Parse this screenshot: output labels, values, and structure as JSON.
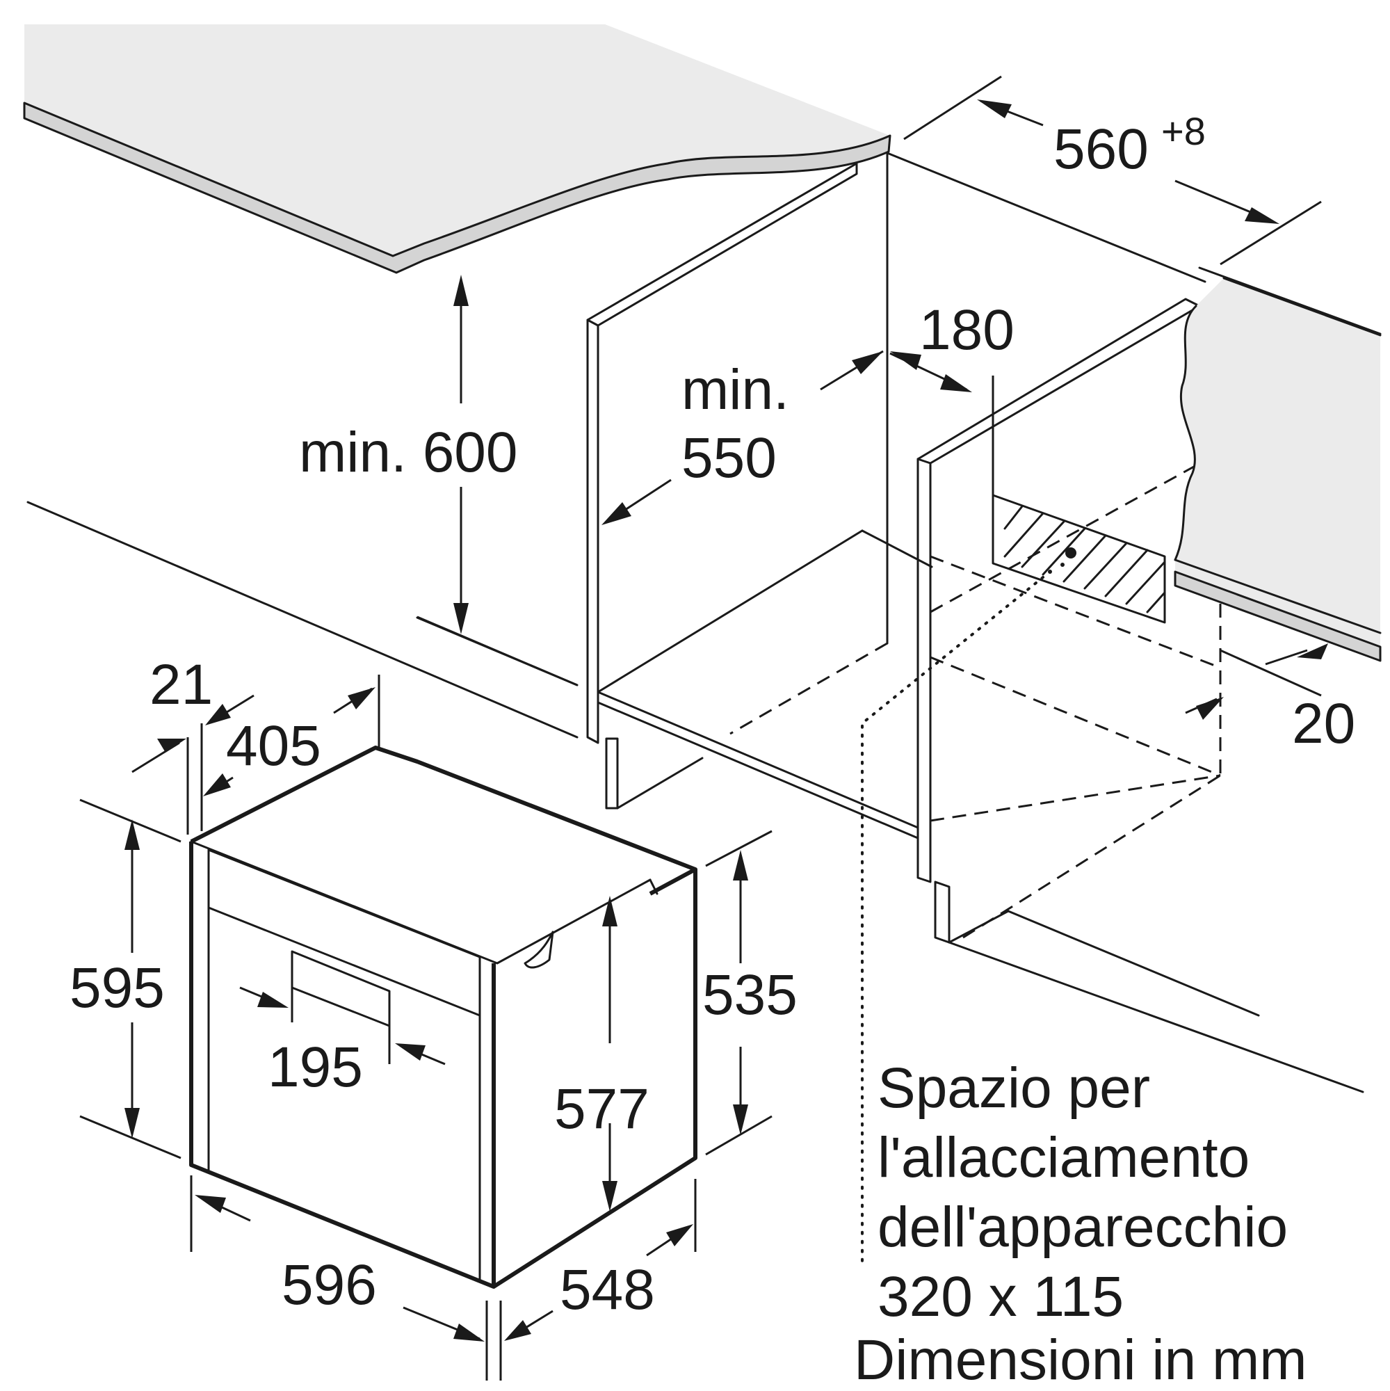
{
  "dimensions": {
    "niche_width": "560",
    "niche_width_tolerance": "+8",
    "min_height_label": "min. 600",
    "min_depth_line1": "min.",
    "min_depth_line2": "550",
    "connection_offset": "180",
    "back_gap": "20",
    "front_frame": "21",
    "handle_offset": "405",
    "height_total": "595",
    "handle_width": "195",
    "body_height": "577",
    "body_height_rear": "535",
    "width_total": "596",
    "depth": "548"
  },
  "notes": {
    "line1": "Spazio per",
    "line2": "l'allacciamento",
    "line3": "dell'apparecchio",
    "line4": "320 x 115",
    "units": "Dimensioni in mm"
  }
}
